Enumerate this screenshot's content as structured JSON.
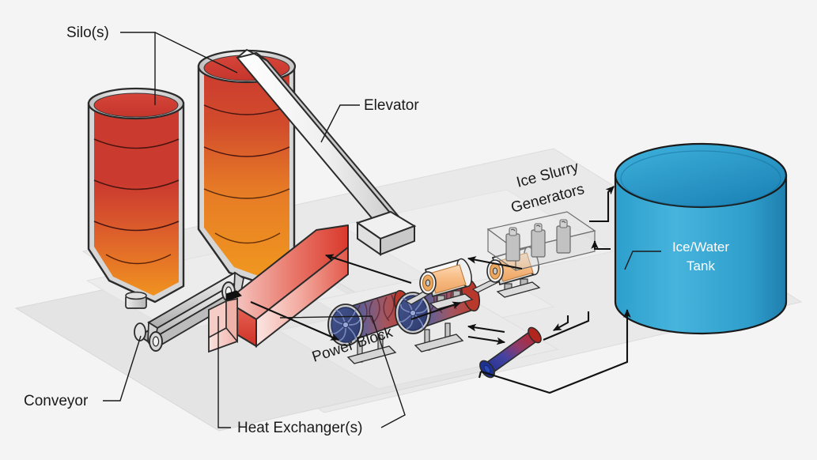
{
  "diagram": {
    "title": "Thermal energy storage and power generation plant schematic",
    "background_color": "#f4f4f4",
    "projection": "isometric"
  },
  "labels": {
    "silos": "Silo(s)",
    "elevator": "Elevator",
    "ice_slurry_generators_line1": "Ice Slurry",
    "ice_slurry_generators_line2": "Generators",
    "ice_water_tank_line1": "Ice/Water",
    "ice_water_tank_line2": "Tank",
    "power_block": "Power Block",
    "conveyor": "Conveyor",
    "heat_exchangers": "Heat Exchanger(s)"
  },
  "colors": {
    "background": "#f4f4f4",
    "silo_top_red": "#cc3a2e",
    "silo_bottom_orange": "#ef8f23",
    "silo_rim_gray": "#d9d9d9",
    "tank_blue_light": "#3aaed8",
    "tank_blue_dark": "#1d82b8",
    "heat_exchanger_red": "#e04a3c",
    "heat_exchanger_pale": "#f7cfcb",
    "generator_orange": "#f9c08a",
    "turbine_blue": "#3b4a86",
    "turbine_red": "#c0392b",
    "pipe_blue": "#1f3fa0",
    "pipe_red": "#c0241f",
    "ground_gray": "#e8e8e8",
    "metal_gray": "#d0d0d0",
    "outline": "#1a1a1a"
  },
  "components": [
    {
      "name": "silo-left",
      "label": "Silo(s)",
      "fill": "red-orange-gradient"
    },
    {
      "name": "silo-right",
      "label": "Silo(s)",
      "fill": "red-orange-gradient"
    },
    {
      "name": "elevator",
      "label": "Elevator",
      "fill": "white-gray"
    },
    {
      "name": "conveyor",
      "label": "Conveyor",
      "fill": "metal-gray"
    },
    {
      "name": "heat-exchanger",
      "label": "Heat Exchanger(s)",
      "fill": "red-gradient"
    },
    {
      "name": "turbine-1",
      "label": "turbine",
      "fill": "blue-red-gradient"
    },
    {
      "name": "turbine-2",
      "label": "turbine",
      "fill": "blue-red-gradient"
    },
    {
      "name": "generator-1",
      "label": "generator",
      "fill": "orange"
    },
    {
      "name": "generator-2",
      "label": "generator",
      "fill": "orange"
    },
    {
      "name": "ice-slurry-generators",
      "label": "Ice Slurry Generators",
      "count": 3
    },
    {
      "name": "condenser-pipe",
      "label": "condenser",
      "fill": "blue-red-gradient"
    },
    {
      "name": "ice-water-tank",
      "label": "Ice/Water Tank",
      "fill": "blue"
    }
  ],
  "flow_arrows": [
    {
      "from": "power-block",
      "to": "heat-exchanger"
    },
    {
      "from": "heat-exchanger",
      "to": "power-block"
    },
    {
      "from": "ice-slurry-generators",
      "to": "power-block"
    },
    {
      "from": "ice-water-tank",
      "to": "ice-slurry-generators"
    },
    {
      "from": "condenser-pipe",
      "to": "power-block"
    },
    {
      "from": "ice-water-tank",
      "to": "condenser-pipe"
    },
    {
      "from": "condenser-pipe",
      "to": "ice-water-tank"
    }
  ]
}
